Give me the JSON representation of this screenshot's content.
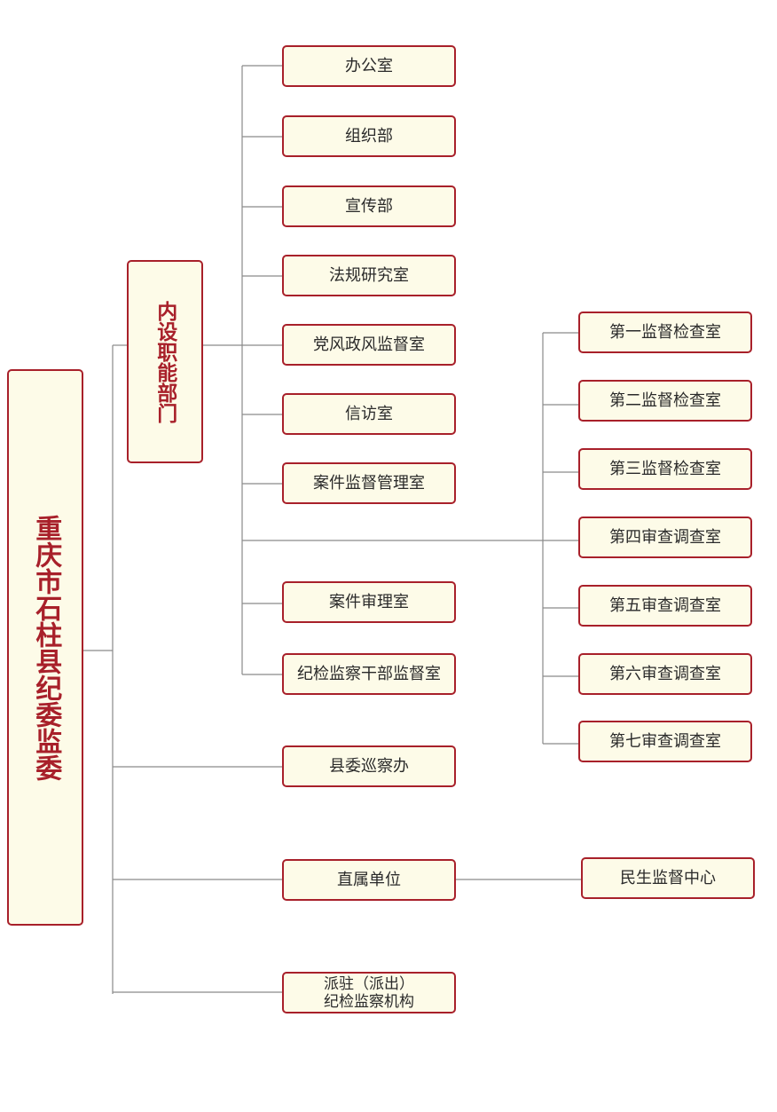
{
  "root": "重庆市石柱县纪委监委",
  "internal_dept": "内设职能部门",
  "departments": [
    "办公室",
    "组织部",
    "宣传部",
    "法规研究室",
    "党风政风监督室",
    "信访室",
    "案件监督管理室",
    "案件审理室",
    "纪检监察干部监督室"
  ],
  "offices": [
    "第一监督检查室",
    "第二监督检查室",
    "第三监督检查室",
    "第四审查调查室",
    "第五审查调查室",
    "第六审查调查室",
    "第七审查调查室"
  ],
  "patrol_office": "县委巡察办",
  "affiliated": "直属单位",
  "affiliated_child": "民生监督中心",
  "dispatched_line1": "派驻（派出）",
  "dispatched_line2": "纪检监察机构"
}
